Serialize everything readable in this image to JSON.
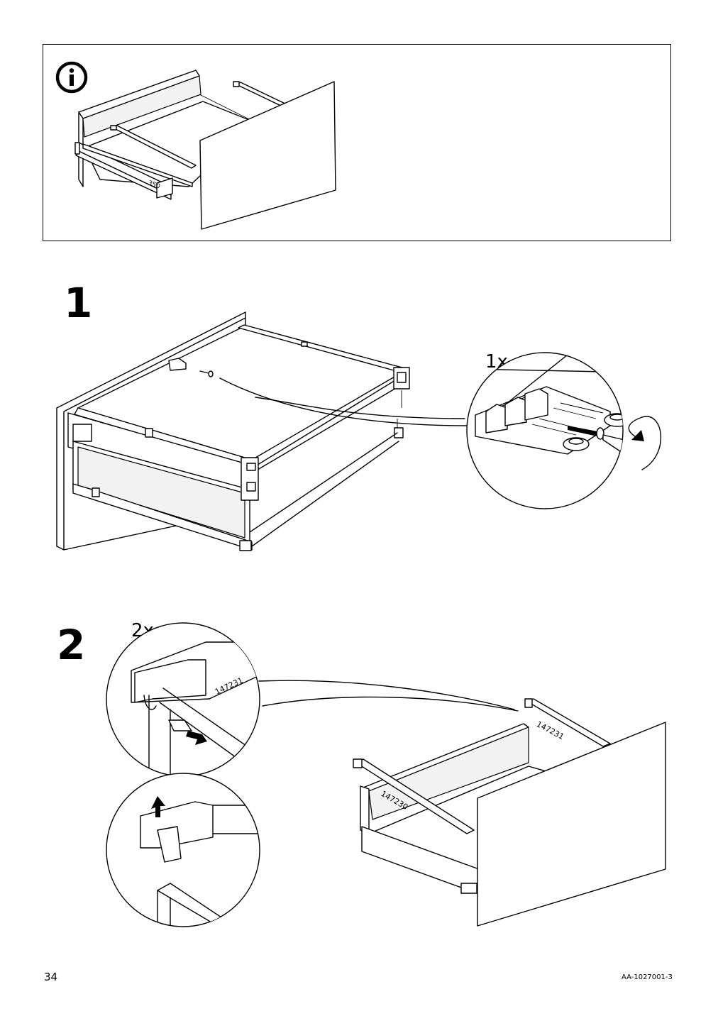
{
  "steps": [
    {
      "number": "1",
      "quantity": "1x"
    },
    {
      "number": "2",
      "quantity": "2x"
    }
  ],
  "parts": {
    "detail_label": "147231",
    "right_rail_label": "147231",
    "left_rail_label": "147230"
  },
  "icons": {
    "info": "info-icon"
  },
  "footer": {
    "page_number": "34",
    "doc_code": "AA-1027001-3"
  }
}
